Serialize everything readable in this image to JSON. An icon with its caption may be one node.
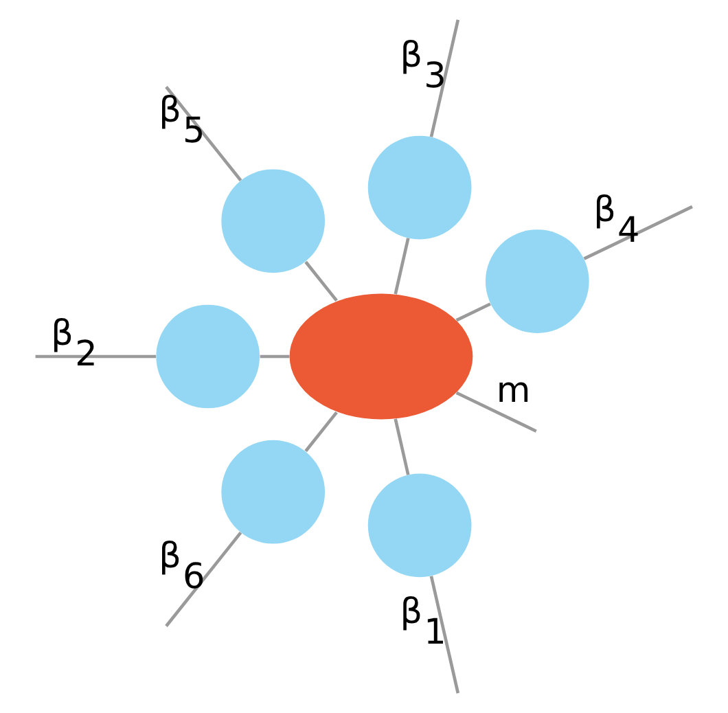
{
  "diagram": {
    "nodes": [
      {
        "text": [],
        "shape": "ellipse"
      },
      {
        "text": [],
        "shape": "circle"
      },
      {
        "text": [],
        "shape": "circle"
      },
      {
        "text": [],
        "shape": "circle"
      },
      {
        "text": [],
        "shape": "circle"
      },
      {
        "text": [],
        "shape": "circle"
      },
      {
        "text": [],
        "shape": "circle"
      }
    ],
    "edges": [
      {
        "from": 0,
        "to": 1,
        "arrow": "none"
      },
      {
        "from": 0,
        "to": 2,
        "arrow": "none"
      },
      {
        "from": 0,
        "to": 3,
        "arrow": "none"
      },
      {
        "from": 0,
        "to": 4,
        "arrow": "none"
      },
      {
        "from": 0,
        "to": 5,
        "arrow": "none"
      },
      {
        "from": 0,
        "to": 6,
        "arrow": "none"
      },
      {
        "from": 0,
        "to": null,
        "arrow": "none",
        "label": "m"
      },
      {
        "from": 1,
        "to": null,
        "arrow": "none",
        "label": "β$_{4}$"
      },
      {
        "from": 2,
        "to": null,
        "arrow": "none",
        "label": "β$_{3}$"
      },
      {
        "from": 3,
        "to": null,
        "arrow": "none",
        "label": "β$_{5}$"
      },
      {
        "from": 4,
        "to": null,
        "arrow": "none",
        "label": "β$_{2}$"
      },
      {
        "from": 5,
        "to": null,
        "arrow": "none",
        "label": "β$_{6}$"
      },
      {
        "from": 6,
        "to": null,
        "arrow": "none",
        "label": "β$_{1}$"
      }
    ]
  }
}
